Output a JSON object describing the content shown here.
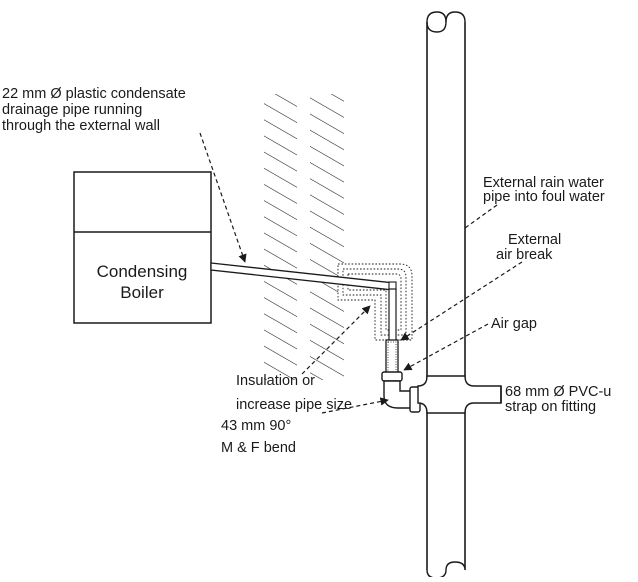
{
  "boiler": {
    "line1": "Condensing",
    "line2": "Boiler"
  },
  "labels": {
    "drain_pipe": [
      "22 mm Ø plastic condensate",
      "drainage pipe running",
      "through the external wall"
    ],
    "rain_water_pipe": [
      "External rain water",
      "pipe into foul water"
    ],
    "air_break": [
      "External",
      "air break"
    ],
    "air_gap": [
      "Air gap"
    ],
    "insulation": [
      "Insulation or",
      "increase pipe size"
    ],
    "strap": [
      "68 mm Ø PVC-u",
      "strap on fitting"
    ],
    "bend": [
      "43 mm 90°",
      "M & F bend"
    ]
  },
  "colors": {
    "line": "#1a1a1a",
    "background": "#ffffff"
  }
}
